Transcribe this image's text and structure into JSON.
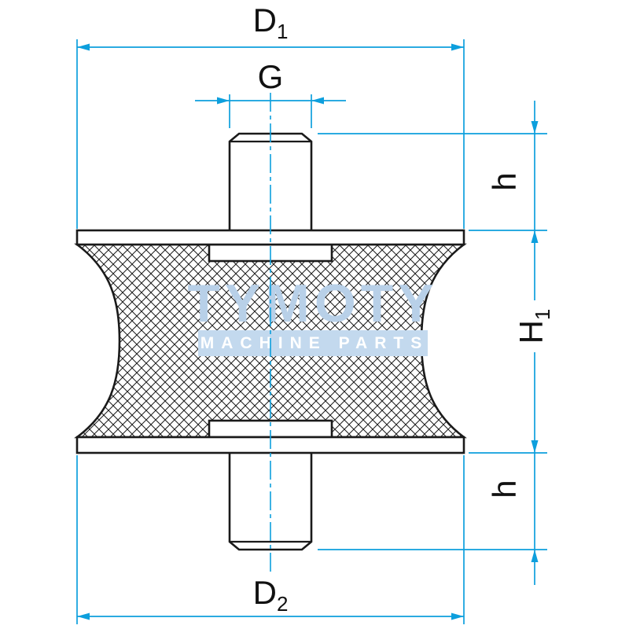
{
  "dimensions": {
    "d1": {
      "base": "D",
      "sub": "1"
    },
    "g": {
      "base": "G"
    },
    "h_top": {
      "base": "h"
    },
    "h1": {
      "base": "H",
      "sub": "1"
    },
    "h_bottom": {
      "base": "h"
    },
    "d2": {
      "base": "D",
      "sub": "2"
    }
  },
  "watermark": {
    "name": "TYMOTY",
    "tagline": "MACHINE PARTS"
  },
  "colors": {
    "dimension_line": "#0d9fdd",
    "part_outline": "#1a1a1a",
    "hatch": "#1a1a1a",
    "watermark_title": "#b8d0e8",
    "watermark_band": "#c3d9ee",
    "watermark_tagline": "#ffffff",
    "background": "#ffffff"
  }
}
